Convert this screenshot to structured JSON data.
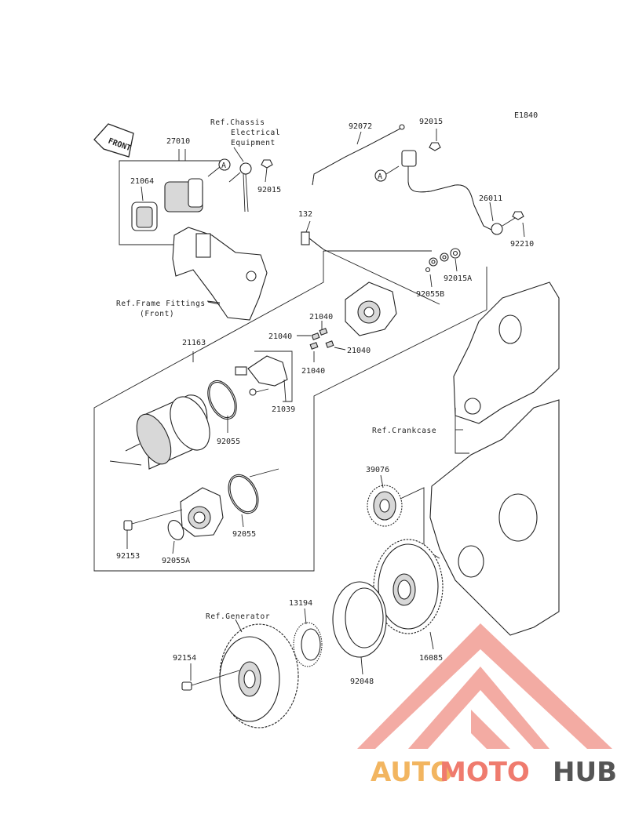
{
  "diagram_code": "E1840",
  "front_label": "FRONT",
  "parts": {
    "p27010": "27010",
    "p21064": "21064",
    "p92015_a": "92015",
    "p92072": "92072",
    "p92015_b": "92015",
    "p26011": "26011",
    "p132": "132",
    "p92210": "92210",
    "p92015A": "92015A",
    "p92055B": "92055B",
    "p21163": "21163",
    "p21040_a": "21040",
    "p21040_b": "21040",
    "p21040_c": "21040",
    "p21040_d": "21040",
    "p21039": "21039",
    "p92055_a": "92055",
    "p92055_b": "92055",
    "p92153": "92153",
    "p92055A": "92055A",
    "p39076": "39076",
    "p13194": "13194",
    "p92048": "92048",
    "p16085": "16085",
    "p92154": "92154"
  },
  "refs": {
    "chassis_1": "Ref.Chassis",
    "chassis_2": "Electrical",
    "chassis_3": "Equipment",
    "frame_1": "Ref.Frame Fittings",
    "frame_2": "(Front)",
    "crankcase": "Ref.Crankcase",
    "generator": "Ref.Generator"
  },
  "markers": {
    "a1": "A",
    "a2": "A"
  },
  "watermark": {
    "part1": "AUTO",
    "part2": "MOTO",
    "part3": "HUB",
    "color1": "#f2b560",
    "color2": "#ef7b6e",
    "color3": "#555555"
  }
}
